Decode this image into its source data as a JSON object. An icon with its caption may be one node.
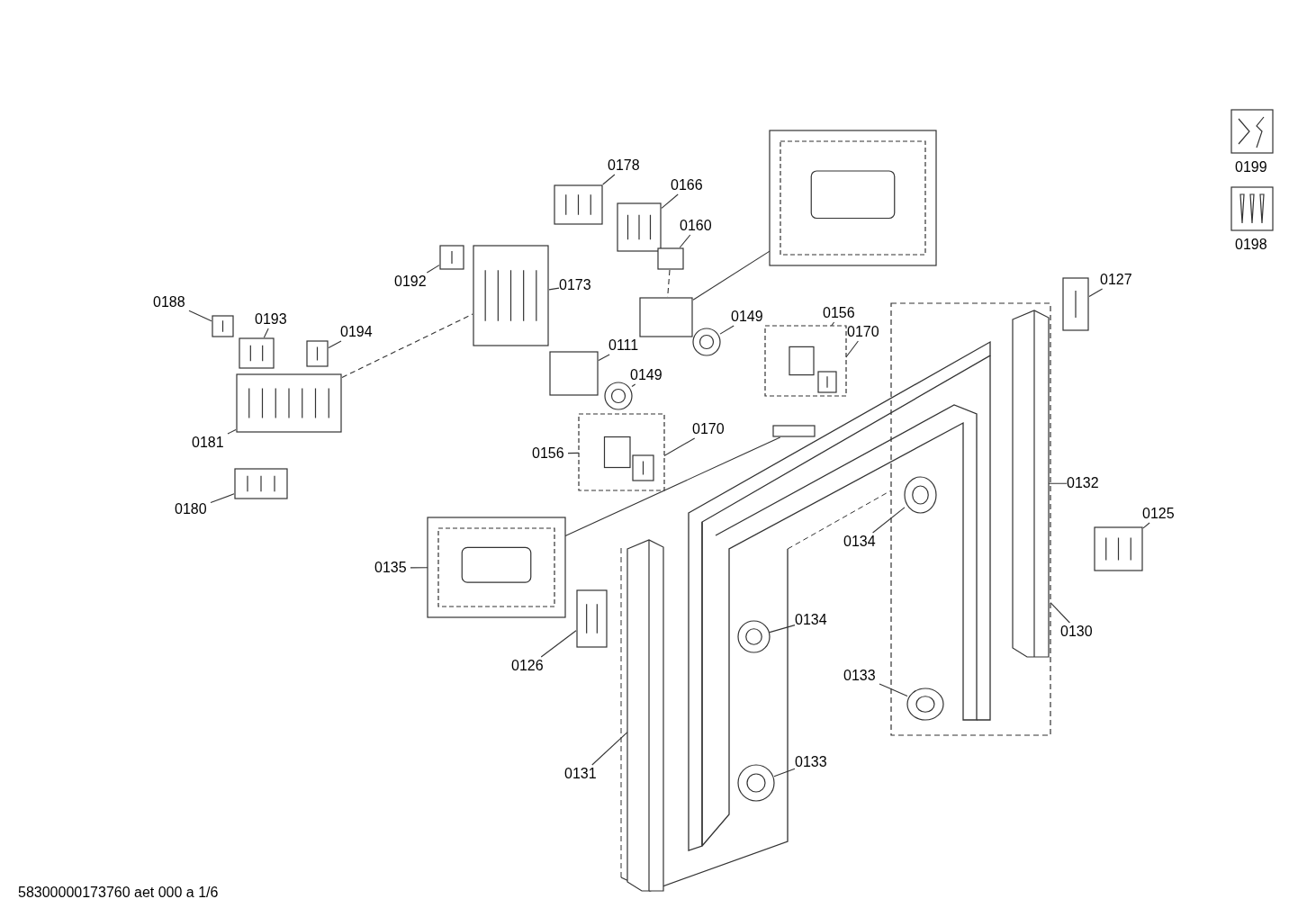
{
  "diagram": {
    "nodes": [
      {
        "text": [],
        "shape": "picture"
      },
      {
        "text": [
          "0178"
        ]
      },
      {
        "text": [],
        "shape": "picture"
      },
      {
        "text": [
          "0166"
        ]
      },
      {
        "text": [],
        "shape": "picture"
      },
      {
        "text": [
          "0160"
        ]
      },
      {
        "text": [],
        "shape": "box"
      },
      {
        "text": [
          "0192"
        ]
      },
      {
        "text": [],
        "shape": "picture"
      },
      {
        "text": [
          "0173"
        ]
      },
      {
        "text": [],
        "shape": "picture"
      },
      {
        "text": [
          "0188"
        ]
      },
      {
        "text": [],
        "shape": "picture"
      },
      {
        "text": [
          "0193"
        ]
      },
      {
        "text": [],
        "shape": "picture"
      },
      {
        "text": [
          "0194"
        ]
      },
      {
        "text": [],
        "shape": "picture"
      },
      {
        "text": [],
        "shape": "box"
      },
      {
        "text": [
          "0111"
        ]
      },
      {
        "text": [],
        "shape": "box"
      },
      {
        "text": [
          "0149"
        ]
      },
      {
        "text": [],
        "shape": "picture"
      },
      {
        "text": [
          "0149"
        ]
      },
      {
        "text": [],
        "shape": "picture"
      },
      {
        "text": [
          "0156"
        ]
      },
      {
        "text": [],
        "shape": "picture"
      },
      {
        "text": [
          "0170"
        ]
      },
      {
        "text": [],
        "shape": "picture",
        "in": 25
      },
      {
        "text": [
          "0156"
        ]
      },
      {
        "text": [],
        "shape": "picture"
      },
      {
        "text": [
          "0170"
        ]
      },
      {
        "text": [],
        "shape": "picture",
        "in": 29
      },
      {
        "text": [],
        "shape": "picture"
      },
      {
        "text": [
          "0181"
        ]
      },
      {
        "text": [],
        "shape": "picture"
      },
      {
        "text": [
          "0180"
        ]
      },
      {
        "text": [
          "0127"
        ]
      },
      {
        "text": [],
        "shape": "picture"
      },
      {
        "text": [],
        "shape": "box"
      },
      {
        "text": [],
        "shape": "picture"
      },
      {
        "text": [
          "0135"
        ]
      },
      {
        "text": [
          "0132"
        ]
      },
      {
        "text": [],
        "shape": "picture",
        "in": 45
      },
      {
        "text": [
          "0125"
        ]
      },
      {
        "text": [],
        "shape": "picture"
      },
      {
        "text": [],
        "shape": "picture"
      },
      {
        "text": [
          "0134"
        ]
      },
      {
        "text": [],
        "shape": "picture",
        "in": 45
      },
      {
        "text": [
          "0134"
        ]
      },
      {
        "text": [],
        "shape": "picture"
      },
      {
        "text": [
          "0130"
        ]
      },
      {
        "text": [
          "0126"
        ]
      },
      {
        "text": [],
        "shape": "picture"
      },
      {
        "text": [
          "0133"
        ]
      },
      {
        "text": [],
        "shape": "picture",
        "in": 45
      },
      {
        "text": [
          "0131"
        ]
      },
      {
        "text": [],
        "shape": "picture"
      },
      {
        "text": [
          "0133"
        ]
      },
      {
        "text": [],
        "shape": "picture"
      },
      {
        "text": [],
        "shape": "picture",
        "beside": [
          "0199"
        ]
      },
      {
        "text": [],
        "shape": "picture",
        "beside": [
          "0198"
        ]
      }
    ],
    "edges": [
      {
        "from": 1,
        "to": 2,
        "arrow": "none"
      },
      {
        "from": 3,
        "to": 4,
        "arrow": "none"
      },
      {
        "from": 5,
        "to": 6,
        "arrow": "none"
      },
      {
        "from": 7,
        "to": 8,
        "arrow": "none"
      },
      {
        "from": 9,
        "to": 10,
        "arrow": "none"
      },
      {
        "from": 11,
        "to": 12,
        "arrow": "none"
      },
      {
        "from": 13,
        "to": 14,
        "arrow": "none"
      },
      {
        "from": 15,
        "to": 16,
        "arrow": "none"
      },
      {
        "from": 18,
        "to": 19,
        "arrow": "none"
      },
      {
        "from": 20,
        "to": 21,
        "arrow": "none"
      },
      {
        "from": 22,
        "to": 23,
        "arrow": "none"
      },
      {
        "from": 24,
        "to": 25,
        "arrow": "none"
      },
      {
        "from": 26,
        "to": 27,
        "arrow": "none"
      },
      {
        "from": 28,
        "to": 29,
        "arrow": "none"
      },
      {
        "from": 30,
        "to": 31,
        "arrow": "none"
      },
      {
        "from": 33,
        "to": 32,
        "arrow": "none"
      },
      {
        "from": 35,
        "to": 34,
        "arrow": "none"
      },
      {
        "from": 36,
        "to": 37,
        "arrow": "none"
      },
      {
        "from": 40,
        "to": 39,
        "arrow": "none"
      },
      {
        "from": 41,
        "to": 42,
        "arrow": "none"
      },
      {
        "from": 43,
        "to": 44,
        "arrow": "none"
      },
      {
        "from": 46,
        "to": 47,
        "arrow": "none"
      },
      {
        "from": 48,
        "to": 49,
        "arrow": "none"
      },
      {
        "from": 50,
        "to": 45,
        "arrow": "none"
      },
      {
        "from": 51,
        "to": 52,
        "arrow": "none"
      },
      {
        "from": 53,
        "to": 54,
        "arrow": "none"
      },
      {
        "from": 55,
        "to": 56,
        "arrow": "none"
      },
      {
        "from": 57,
        "to": 58,
        "arrow": "none"
      },
      {
        "from": 0,
        "to": 17,
        "arrow": "none"
      },
      {
        "from": 39,
        "to": 38,
        "arrow": "none"
      },
      {
        "from": 32,
        "to": 10,
        "arrow": "none",
        "style": "dashed"
      },
      {
        "from": 6,
        "to": 17,
        "arrow": "none",
        "style": "dashed"
      }
    ],
    "labels": [
      "58300000173760 aet 000 a 1/6"
    ]
  }
}
